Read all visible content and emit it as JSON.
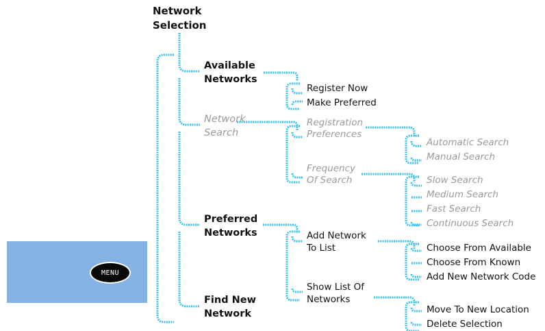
{
  "menu_button": {
    "label": "MENU"
  },
  "colors": {
    "connector": "#35c2ee",
    "panel": "#84b2e3",
    "dim_text": "#9a9a9a"
  },
  "tree": {
    "root": "Network Selection",
    "available_networks": {
      "label": "Available Networks",
      "children": [
        "Register Now",
        "Make Preferred"
      ]
    },
    "network_search": {
      "label": "Network Search",
      "registration_preferences": {
        "label": "Registration Preferences",
        "children": [
          "Automatic Search",
          "Manual Search"
        ]
      },
      "frequency_of_search": {
        "label": "Frequency Of Search",
        "children": [
          "Slow Search",
          "Medium Search",
          "Fast Search",
          "Continuous Search"
        ]
      }
    },
    "preferred_networks": {
      "label": "Preferred Networks",
      "add_network_to_list": {
        "label": "Add Network To List",
        "children": [
          "Choose From Available",
          "Choose From Known",
          "Add New Network Code"
        ]
      },
      "show_list_of_networks": {
        "label": "Show List Of Networks",
        "children": [
          "Move To New Location",
          "Delete Selection"
        ]
      }
    },
    "find_new_network": {
      "label": "Find New Network"
    }
  }
}
